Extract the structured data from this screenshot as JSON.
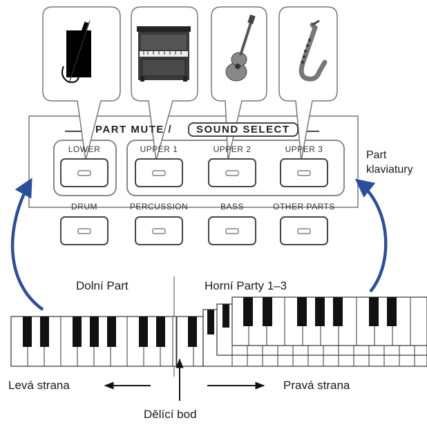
{
  "panel": {
    "title_left": "PART MUTE /",
    "title_right": "SOUND SELECT",
    "top_row": [
      "LOWER",
      "UPPER 1",
      "UPPER 2",
      "UPPER 3"
    ],
    "bottom_row": [
      "DRUM",
      "PERCUSSION",
      "BASS",
      "OTHER PARTS"
    ]
  },
  "labels": {
    "part_keyboard": "Part\nklaviatury",
    "lower_part": "Dolní Part",
    "upper_parts": "Horní Party 1–3",
    "left_side": "Levá strana",
    "right_side": "Pravá strana",
    "split_point": "Dělící bod"
  },
  "instruments": [
    "strings-icon",
    "piano-icon",
    "guitar-icon",
    "saxophone-icon"
  ],
  "colors": {
    "arrow": "#2b4f9c",
    "line": "#666666"
  }
}
